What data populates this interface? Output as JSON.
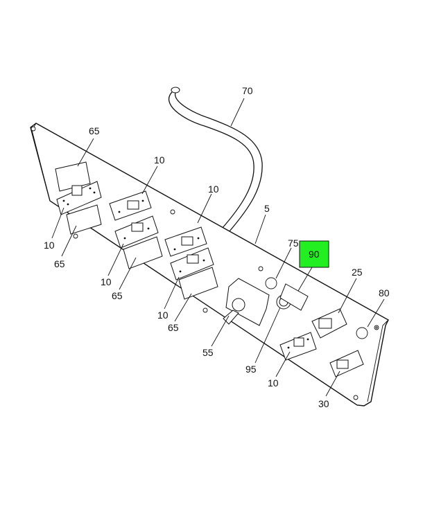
{
  "callouts": [
    {
      "id": "c70",
      "label": "70"
    },
    {
      "id": "c65a",
      "label": "65"
    },
    {
      "id": "c10a",
      "label": "10"
    },
    {
      "id": "c10b",
      "label": "10"
    },
    {
      "id": "c5",
      "label": "5"
    },
    {
      "id": "c10c",
      "label": "10"
    },
    {
      "id": "c65b",
      "label": "65"
    },
    {
      "id": "c75",
      "label": "75"
    },
    {
      "id": "c90",
      "label": "90",
      "highlighted": true
    },
    {
      "id": "c10d",
      "label": "10"
    },
    {
      "id": "c65c",
      "label": "65"
    },
    {
      "id": "c25",
      "label": "25"
    },
    {
      "id": "c80",
      "label": "80"
    },
    {
      "id": "c10e",
      "label": "10"
    },
    {
      "id": "c65d",
      "label": "65"
    },
    {
      "id": "c55",
      "label": "55"
    },
    {
      "id": "c95",
      "label": "95"
    },
    {
      "id": "c10f",
      "label": "10"
    },
    {
      "id": "c30",
      "label": "30"
    }
  ],
  "colors": {
    "highlight": "#22ee22",
    "linework": "#111111",
    "background": "#ffffff"
  }
}
